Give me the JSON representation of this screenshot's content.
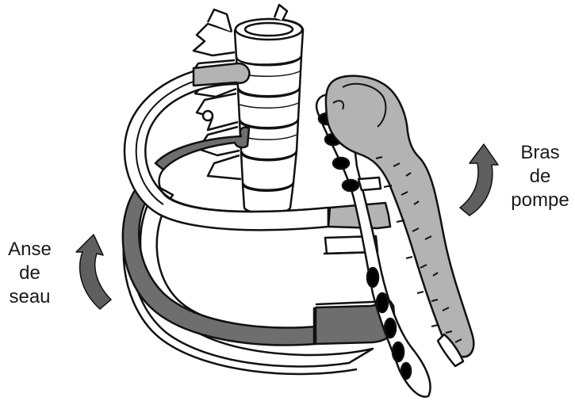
{
  "labels": {
    "bucket_handle": [
      "Anse",
      "de",
      "seau"
    ],
    "pump_handle": [
      "Bras",
      "de",
      "pompe"
    ]
  },
  "colors": {
    "outline": "#111111",
    "shaded_dark": "#6e6e6e",
    "shaded_light": "#b3b3b3",
    "bone": "#ffffff"
  }
}
